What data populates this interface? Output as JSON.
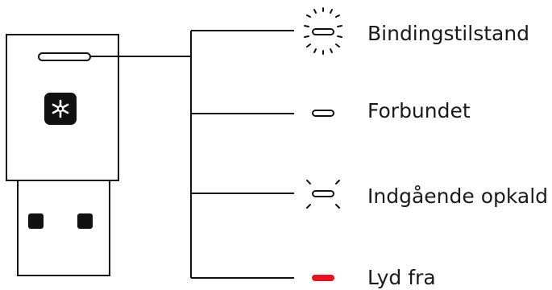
{
  "legend": {
    "items": [
      {
        "label": "Bindingstilstand",
        "indicator": "blinking-led-icon",
        "color": "#111111"
      },
      {
        "label": "Forbundet",
        "indicator": "steady-led-icon",
        "color": "#111111"
      },
      {
        "label": "Indgående opkald",
        "indicator": "pulsing-led-icon",
        "color": "#111111"
      },
      {
        "label": "Lyd fra",
        "indicator": "red-led-icon",
        "color": "#e3141f"
      }
    ]
  },
  "device": {
    "type": "usb-receiver",
    "icon": "asterisk-logo-icon"
  },
  "colors": {
    "line": "#111111",
    "mute_led": "#e3141f",
    "logo_bg": "#111111"
  }
}
